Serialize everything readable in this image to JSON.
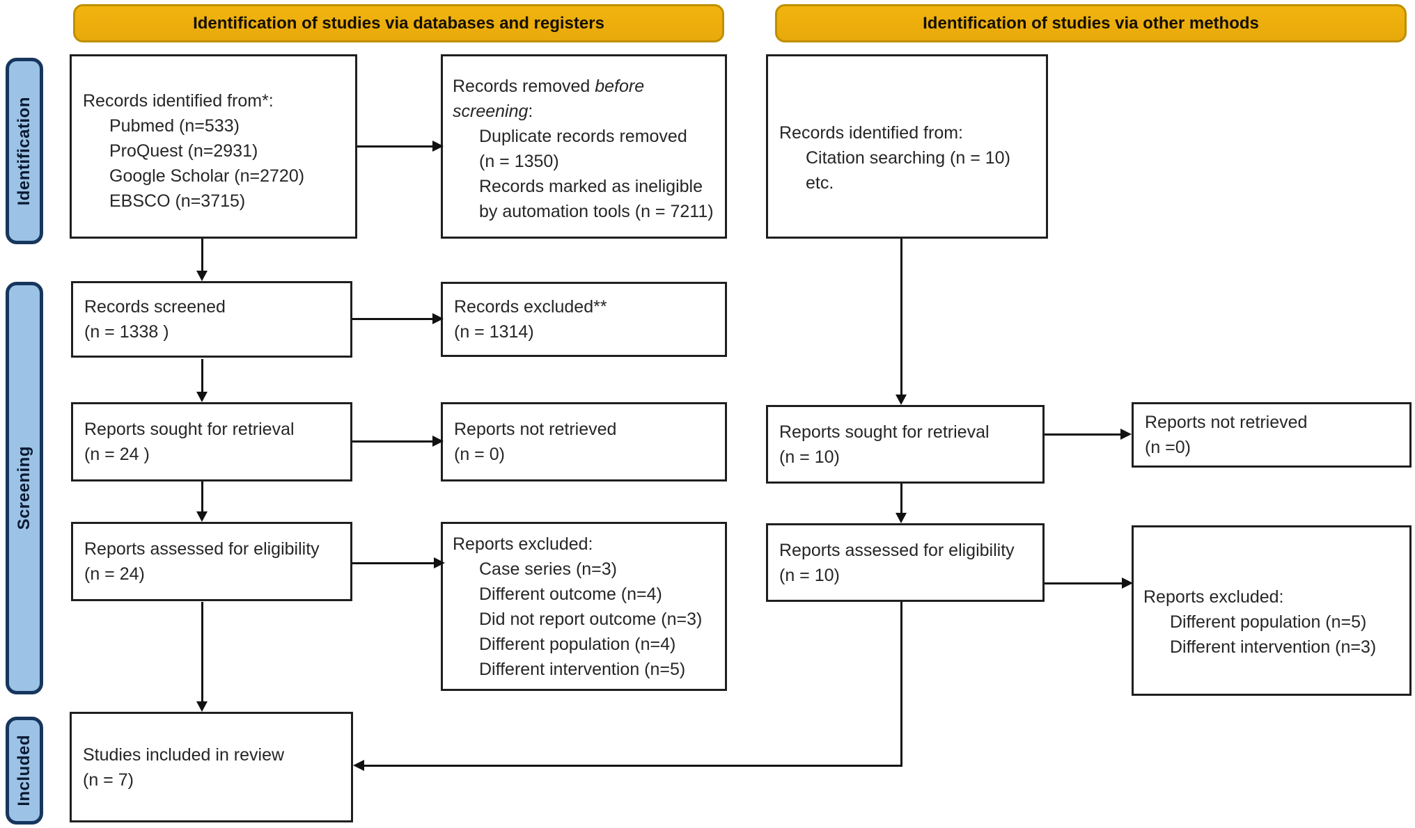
{
  "title": "PRISMA flow diagram of study selection",
  "colors": {
    "header_fill": "#f2b40f",
    "header_fill2": "#e8a90b",
    "header_border": "#bf8f00",
    "side_fill": "#9cc3e5",
    "side_border": "#17365d",
    "box_border": "#1f1f1f",
    "arrow": "#111111",
    "text": "#262626",
    "bg": "#ffffff"
  },
  "headers": [
    {
      "label": "Identification of studies via databases and registers"
    },
    {
      "label": "Identification of studies via other methods"
    }
  ],
  "side_labels": [
    {
      "label": "Identification"
    },
    {
      "label": "Screening"
    },
    {
      "label": "Included"
    }
  ],
  "boxes": {
    "records_identified_db": {
      "lines": [
        {
          "t": "Records identified from*:"
        },
        {
          "t": "Pubmed (n=533)",
          "ind": 1
        },
        {
          "t": "ProQuest (n=2931)",
          "ind": 1
        },
        {
          "t": "Google Scholar (n=2720)",
          "ind": 1
        },
        {
          "t": "EBSCO (n=3715)",
          "ind": 1
        }
      ]
    },
    "records_removed": {
      "lines": [
        {
          "parts": [
            {
              "t": "Records removed "
            },
            {
              "t": "before",
              "i": true
            }
          ]
        },
        {
          "parts": [
            {
              "t": "screening",
              "i": true
            },
            {
              "t": ":"
            }
          ]
        },
        {
          "t": "Duplicate records removed",
          "ind": 1
        },
        {
          "t": "(n = 1350)",
          "ind": 1
        },
        {
          "t": "Records marked as ineligible",
          "ind": 1
        },
        {
          "t": "by automation tools (n = 7211)",
          "ind": 1
        }
      ]
    },
    "records_identified_other": {
      "lines": [
        {
          "t": "Records identified from:"
        },
        {
          "t": "Citation searching (n = 10)",
          "ind": 1
        },
        {
          "t": "etc.",
          "ind": 1
        }
      ]
    },
    "records_screened": {
      "lines": [
        {
          "t": "Records screened"
        },
        {
          "t": "(n = 1338 )"
        }
      ]
    },
    "records_excluded": {
      "lines": [
        {
          "t": "Records excluded**"
        },
        {
          "t": "(n = 1314)"
        }
      ]
    },
    "reports_sought_db": {
      "lines": [
        {
          "t": "Reports sought for retrieval"
        },
        {
          "t": "(n = 24 )"
        }
      ]
    },
    "reports_not_retrieved_db": {
      "lines": [
        {
          "t": "Reports not retrieved"
        },
        {
          "t": "(n = 0)"
        }
      ]
    },
    "reports_sought_other": {
      "lines": [
        {
          "t": "Reports sought for retrieval"
        },
        {
          "t": "(n = 10)"
        }
      ]
    },
    "reports_not_retrieved_other": {
      "lines": [
        {
          "t": "Reports not retrieved"
        },
        {
          "t": "(n =0)"
        }
      ]
    },
    "reports_assessed_db": {
      "lines": [
        {
          "t": "Reports assessed for eligibility"
        },
        {
          "t": "(n = 24)"
        }
      ]
    },
    "reports_excluded_db": {
      "lines": [
        {
          "t": "Reports excluded:"
        },
        {
          "t": "Case series (n=3)",
          "ind": 1
        },
        {
          "t": "Different outcome (n=4)",
          "ind": 1
        },
        {
          "t": "Did not report outcome (n=3)",
          "ind": 1
        },
        {
          "t": "Different population (n=4)",
          "ind": 1
        },
        {
          "t": "Different intervention (n=5)",
          "ind": 1
        }
      ]
    },
    "reports_assessed_other": {
      "lines": [
        {
          "t": "Reports assessed for eligibility"
        },
        {
          "t": "(n = 10)"
        }
      ]
    },
    "reports_excluded_other": {
      "lines": [
        {
          "t": "Reports excluded:"
        },
        {
          "t": "Different population (n=5)",
          "ind": 1
        },
        {
          "t": "Different intervention (n=3)",
          "ind": 1
        }
      ]
    },
    "studies_included": {
      "lines": [
        {
          "t": "Studies included in review"
        },
        {
          "t": "(n = 7)"
        }
      ]
    }
  }
}
